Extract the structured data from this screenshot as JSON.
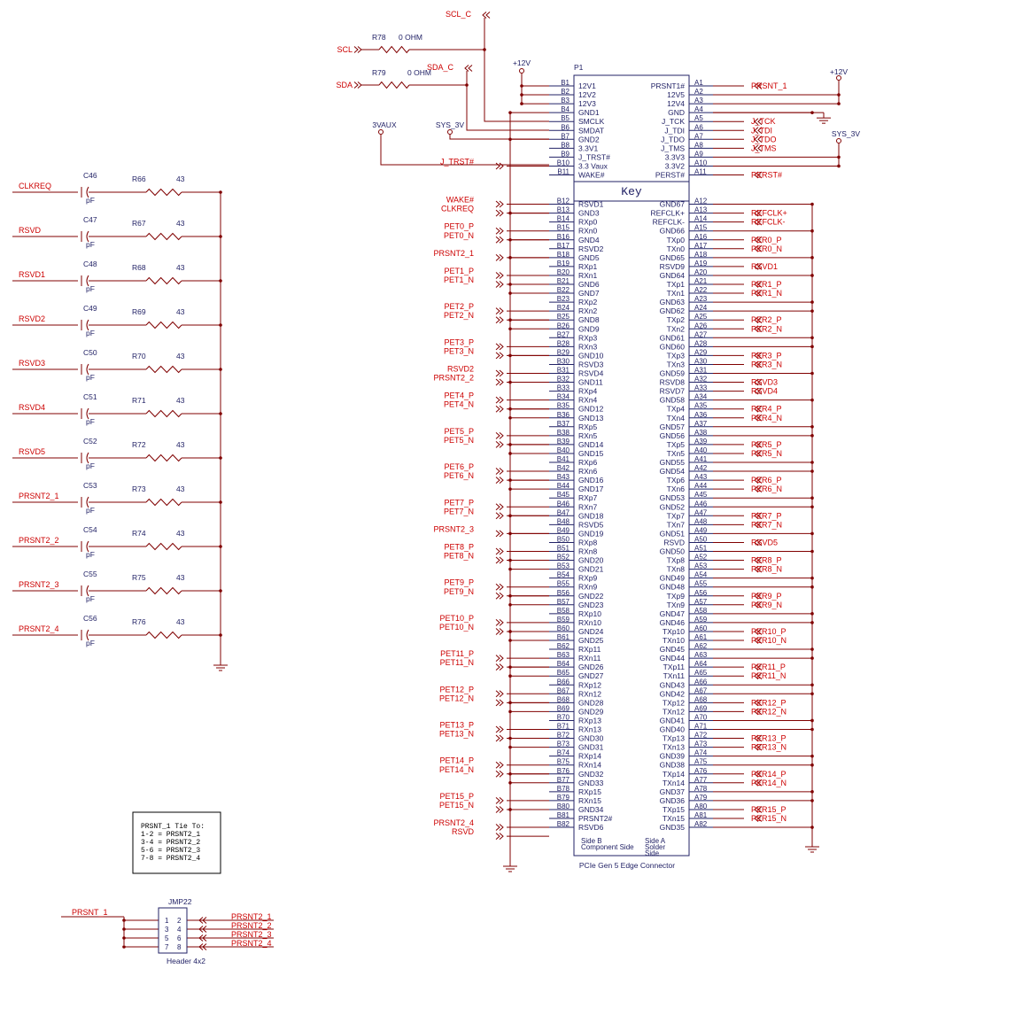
{
  "connector": {
    "refdes": "P1",
    "title": "PCIe Gen 5 Edge Connector",
    "key_label": "Key",
    "side_b_label": [
      "Side B",
      "Component Side"
    ],
    "side_a_label": [
      "Side A",
      "Solder",
      "Side"
    ],
    "side_b_pins": [
      [
        "B1",
        "12V1"
      ],
      [
        "B2",
        "12V2"
      ],
      [
        "B3",
        "12V3"
      ],
      [
        "B4",
        "GND1"
      ],
      [
        "B5",
        "SMCLK"
      ],
      [
        "B6",
        "SMDAT"
      ],
      [
        "B7",
        "GND2"
      ],
      [
        "B8",
        "3.3V1"
      ],
      [
        "B9",
        "J_TRST#"
      ],
      [
        "B10",
        "3.3 Vaux"
      ],
      [
        "B11",
        "WAKE#"
      ],
      [
        "B12",
        "RSVD1"
      ],
      [
        "B13",
        "GND3"
      ],
      [
        "B14",
        "RXp0"
      ],
      [
        "B15",
        "RXn0"
      ],
      [
        "B16",
        "GND4"
      ],
      [
        "B17",
        "RSVD2"
      ],
      [
        "B18",
        "GND5"
      ],
      [
        "B19",
        "RXp1"
      ],
      [
        "B20",
        "RXn1"
      ],
      [
        "B21",
        "GND6"
      ],
      [
        "B22",
        "GND7"
      ],
      [
        "B23",
        "RXp2"
      ],
      [
        "B24",
        "RXn2"
      ],
      [
        "B25",
        "GND8"
      ],
      [
        "B26",
        "GND9"
      ],
      [
        "B27",
        "RXp3"
      ],
      [
        "B28",
        "RXn3"
      ],
      [
        "B29",
        "GND10"
      ],
      [
        "B30",
        "RSVD3"
      ],
      [
        "B31",
        "RSVD4"
      ],
      [
        "B32",
        "GND11"
      ],
      [
        "B33",
        "RXp4"
      ],
      [
        "B34",
        "RXn4"
      ],
      [
        "B35",
        "GND12"
      ],
      [
        "B36",
        "GND13"
      ],
      [
        "B37",
        "RXp5"
      ],
      [
        "B38",
        "RXn5"
      ],
      [
        "B39",
        "GND14"
      ],
      [
        "B40",
        "GND15"
      ],
      [
        "B41",
        "RXp6"
      ],
      [
        "B42",
        "RXn6"
      ],
      [
        "B43",
        "GND16"
      ],
      [
        "B44",
        "GND17"
      ],
      [
        "B45",
        "RXp7"
      ],
      [
        "B46",
        "RXn7"
      ],
      [
        "B47",
        "GND18"
      ],
      [
        "B48",
        "RSVD5"
      ],
      [
        "B49",
        "GND19"
      ],
      [
        "B50",
        "RXp8"
      ],
      [
        "B51",
        "RXn8"
      ],
      [
        "B52",
        "GND20"
      ],
      [
        "B53",
        "GND21"
      ],
      [
        "B54",
        "RXp9"
      ],
      [
        "B55",
        "RXn9"
      ],
      [
        "B56",
        "GND22"
      ],
      [
        "B57",
        "GND23"
      ],
      [
        "B58",
        "RXp10"
      ],
      [
        "B59",
        "RXn10"
      ],
      [
        "B60",
        "GND24"
      ],
      [
        "B61",
        "GND25"
      ],
      [
        "B62",
        "RXp11"
      ],
      [
        "B63",
        "RXn11"
      ],
      [
        "B64",
        "GND26"
      ],
      [
        "B65",
        "GND27"
      ],
      [
        "B66",
        "RXp12"
      ],
      [
        "B67",
        "RXn12"
      ],
      [
        "B68",
        "GND28"
      ],
      [
        "B69",
        "GND29"
      ],
      [
        "B70",
        "RXp13"
      ],
      [
        "B71",
        "RXn13"
      ],
      [
        "B72",
        "GND30"
      ],
      [
        "B73",
        "GND31"
      ],
      [
        "B74",
        "RXp14"
      ],
      [
        "B75",
        "RXn14"
      ],
      [
        "B76",
        "GND32"
      ],
      [
        "B77",
        "GND33"
      ],
      [
        "B78",
        "RXp15"
      ],
      [
        "B79",
        "RXn15"
      ],
      [
        "B80",
        "GND34"
      ],
      [
        "B81",
        "PRSNT2#"
      ],
      [
        "B82",
        "RSVD6"
      ]
    ],
    "side_a_pins": [
      [
        "A1",
        "PRSNT1#"
      ],
      [
        "A2",
        "12V5"
      ],
      [
        "A3",
        "12V4"
      ],
      [
        "A4",
        "GND"
      ],
      [
        "A5",
        "J_TCK"
      ],
      [
        "A6",
        "J_TDI"
      ],
      [
        "A7",
        "J_TDO"
      ],
      [
        "A8",
        "J_TMS"
      ],
      [
        "A9",
        "3.3V3"
      ],
      [
        "A10",
        "3.3V2"
      ],
      [
        "A11",
        "PERST#"
      ],
      [
        "A12",
        "GND67"
      ],
      [
        "A13",
        "REFCLK+"
      ],
      [
        "A14",
        "REFCLK-"
      ],
      [
        "A15",
        "GND66"
      ],
      [
        "A16",
        "TXp0"
      ],
      [
        "A17",
        "TXn0"
      ],
      [
        "A18",
        "GND65"
      ],
      [
        "A19",
        "RSVD9"
      ],
      [
        "A20",
        "GND64"
      ],
      [
        "A21",
        "TXp1"
      ],
      [
        "A22",
        "TXn1"
      ],
      [
        "A23",
        "GND63"
      ],
      [
        "A24",
        "GND62"
      ],
      [
        "A25",
        "TXp2"
      ],
      [
        "A26",
        "TXn2"
      ],
      [
        "A27",
        "GND61"
      ],
      [
        "A28",
        "GND60"
      ],
      [
        "A29",
        "TXp3"
      ],
      [
        "A30",
        "TXn3"
      ],
      [
        "A31",
        "GND59"
      ],
      [
        "A32",
        "RSVD8"
      ],
      [
        "A33",
        "RSVD7"
      ],
      [
        "A34",
        "GND58"
      ],
      [
        "A35",
        "TXp4"
      ],
      [
        "A36",
        "TXn4"
      ],
      [
        "A37",
        "GND57"
      ],
      [
        "A38",
        "GND56"
      ],
      [
        "A39",
        "TXp5"
      ],
      [
        "A40",
        "TXn5"
      ],
      [
        "A41",
        "GND55"
      ],
      [
        "A42",
        "GND54"
      ],
      [
        "A43",
        "TXp6"
      ],
      [
        "A44",
        "TXn6"
      ],
      [
        "A45",
        "GND53"
      ],
      [
        "A46",
        "GND52"
      ],
      [
        "A47",
        "TXp7"
      ],
      [
        "A48",
        "TXn7"
      ],
      [
        "A49",
        "GND51"
      ],
      [
        "A50",
        "RSVD"
      ],
      [
        "A51",
        "GND50"
      ],
      [
        "A52",
        "TXp8"
      ],
      [
        "A53",
        "TXn8"
      ],
      [
        "A54",
        "GND49"
      ],
      [
        "A55",
        "GND48"
      ],
      [
        "A56",
        "TXp9"
      ],
      [
        "A57",
        "TXn9"
      ],
      [
        "A58",
        "GND47"
      ],
      [
        "A59",
        "GND46"
      ],
      [
        "A60",
        "TXp10"
      ],
      [
        "A61",
        "TXn10"
      ],
      [
        "A62",
        "GND45"
      ],
      [
        "A63",
        "GND44"
      ],
      [
        "A64",
        "TXp11"
      ],
      [
        "A65",
        "TXn11"
      ],
      [
        "A66",
        "GND43"
      ],
      [
        "A67",
        "GND42"
      ],
      [
        "A68",
        "TXp12"
      ],
      [
        "A69",
        "TXn12"
      ],
      [
        "A70",
        "GND41"
      ],
      [
        "A71",
        "GND40"
      ],
      [
        "A72",
        "TXp13"
      ],
      [
        "A73",
        "TXn13"
      ],
      [
        "A74",
        "GND39"
      ],
      [
        "A75",
        "GND38"
      ],
      [
        "A76",
        "TXp14"
      ],
      [
        "A77",
        "TXn14"
      ],
      [
        "A78",
        "GND37"
      ],
      [
        "A79",
        "GND36"
      ],
      [
        "A80",
        "TXp15"
      ],
      [
        "A81",
        "TXn15"
      ],
      [
        "A82",
        "GND35"
      ]
    ]
  },
  "left_nets": {
    "B10": "J_TRST#",
    "B12": "WAKE#",
    "B13": "CLKREQ",
    "B15": "PET0_P",
    "B16": "PET0_N",
    "B18": "PRSNT2_1",
    "B20": "PET1_P",
    "B21": "PET1_N",
    "B24": "PET2_P",
    "B25": "PET2_N",
    "B28": "PET3_P",
    "B29": "PET3_N",
    "B31": "RSVD2",
    "B32": "PRSNT2_2",
    "B34": "PET4_P",
    "B35": "PET4_N",
    "B38": "PET5_P",
    "B39": "PET5_N",
    "B42": "PET6_P",
    "B43": "PET6_N",
    "B46": "PET7_P",
    "B47": "PET7_N",
    "B49": "PRSNT2_3",
    "B51": "PET8_P",
    "B52": "PET8_N",
    "B55": "PET9_P",
    "B56": "PET9_N",
    "B59": "PET10_P",
    "B60": "PET10_N",
    "B63": "PET11_P",
    "B64": "PET11_N",
    "B67": "PET12_P",
    "B68": "PET12_N",
    "B71": "PET13_P",
    "B72": "PET13_N",
    "B75": "PET14_P",
    "B76": "PET14_N",
    "B79": "PET15_P",
    "B80": "PET15_N",
    "B82": "PRSNT2_4",
    "B83": "RSVD"
  },
  "right_nets": {
    "A1": "PRSNT_1",
    "A5": "J_TCK",
    "A6": "J_TDI",
    "A7": "J_TDO",
    "A8": "J_TMS",
    "A11": "PERST#",
    "A13": "REFCLK+",
    "A14": "REFCLK-",
    "A16": "PER0_P",
    "A17": "PER0_N",
    "A19": "RSVD1",
    "A21": "PER1_P",
    "A22": "PER1_N",
    "A25": "PER2_P",
    "A26": "PER2_N",
    "A29": "PER3_P",
    "A30": "PER3_N",
    "A32": "RSVD3",
    "A33": "RSVD4",
    "A35": "PER4_P",
    "A36": "PER4_N",
    "A39": "PER5_P",
    "A40": "PER5_N",
    "A43": "PER6_P",
    "A44": "PER6_N",
    "A47": "PER7_P",
    "A48": "PER7_N",
    "A50": "RSVD5",
    "A52": "PER8_P",
    "A53": "PER8_N",
    "A56": "PER9_P",
    "A57": "PER9_N",
    "A60": "PER10_P",
    "A61": "PER10_N",
    "A64": "PER11_P",
    "A65": "PER11_N",
    "A68": "PER12_P",
    "A69": "PER12_N",
    "A72": "PER13_P",
    "A73": "PER13_N",
    "A76": "PER14_P",
    "A77": "PER14_N",
    "A80": "PER15_P",
    "A81": "PER15_N"
  },
  "top": {
    "scl_c": "SCL_C",
    "sda_c": "SDA_C",
    "scl": "SCL",
    "sda": "SDA",
    "r78": "R78",
    "r79": "R79",
    "r78_val": "0 OHM",
    "r79_val": "0 OHM",
    "p12v_left": "+12V",
    "p12v_right": "+12V",
    "aux": "3VAUX",
    "sys3v_left": "SYS_3V",
    "sys3v_right": "SYS_3V"
  },
  "termination": {
    "rows": [
      {
        "net": "CLKREQ",
        "cap": "C46",
        "cap_val": "pF",
        "res": "R66",
        "res_val": "43"
      },
      {
        "net": "RSVD",
        "cap": "C47",
        "cap_val": "pF",
        "res": "R67",
        "res_val": "43"
      },
      {
        "net": "RSVD1",
        "cap": "C48",
        "cap_val": "pF",
        "res": "R68",
        "res_val": "43"
      },
      {
        "net": "RSVD2",
        "cap": "C49",
        "cap_val": "pF",
        "res": "R69",
        "res_val": "43"
      },
      {
        "net": "RSVD3",
        "cap": "C50",
        "cap_val": "pF",
        "res": "R70",
        "res_val": "43"
      },
      {
        "net": "RSVD4",
        "cap": "C51",
        "cap_val": "pF",
        "res": "R71",
        "res_val": "43"
      },
      {
        "net": "RSVD5",
        "cap": "C52",
        "cap_val": "pF",
        "res": "R72",
        "res_val": "43"
      },
      {
        "net": "PRSNT2_1",
        "cap": "C53",
        "cap_val": "pF",
        "res": "R73",
        "res_val": "43"
      },
      {
        "net": "PRSNT2_2",
        "cap": "C54",
        "cap_val": "pF",
        "res": "R74",
        "res_val": "43"
      },
      {
        "net": "PRSNT2_3",
        "cap": "C55",
        "cap_val": "pF",
        "res": "R75",
        "res_val": "43"
      },
      {
        "net": "PRSNT2_4",
        "cap": "C56",
        "cap_val": "pF",
        "res": "R76",
        "res_val": "43"
      }
    ]
  },
  "note": {
    "lines": [
      "PRSNT_1 Tie To:",
      "1-2 = PRSNT2_1",
      "3-4 = PRSNT2_2",
      "5-6 = PRSNT2_3",
      "7-8 = PRSNT2_4"
    ]
  },
  "jumper": {
    "refdes": "JMP22",
    "caption": "Header 4x2",
    "in_net": "PRSNT_1",
    "left_pins": [
      "1",
      "3",
      "5",
      "7"
    ],
    "right_pins": [
      "2",
      "4",
      "6",
      "8"
    ],
    "out_nets": [
      "PRSNT2_1",
      "PRSNT2_2",
      "PRSNT2_3",
      "PRSNT2_4"
    ]
  }
}
